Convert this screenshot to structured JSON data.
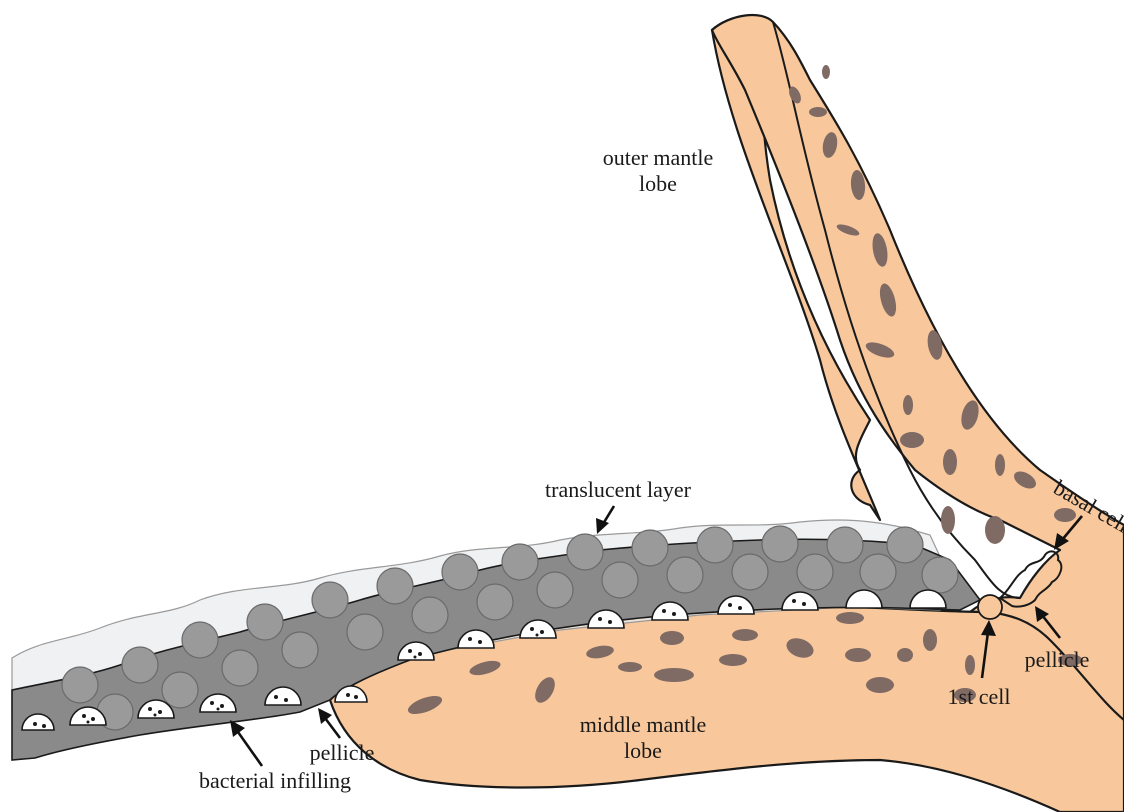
{
  "labels": {
    "outer_mantle_lobe": [
      "outer mantle",
      "lobe"
    ],
    "translucent_layer": "translucent layer",
    "basal_cell": "basal cell",
    "pellicle_right": "pellicle",
    "first_cell": "1st cell",
    "middle_mantle_lobe": [
      "middle mantle",
      "lobe"
    ],
    "pellicle_left": "pellicle",
    "bacterial_infilling": "bacterial infilling"
  },
  "colors": {
    "mantle_tissue": "#f8c89c",
    "tissue_spots": "#806a64",
    "sheet_grey": "#8a8a8a",
    "translucent_layer": "#e9ecef",
    "outline": "#1a1a1a"
  }
}
